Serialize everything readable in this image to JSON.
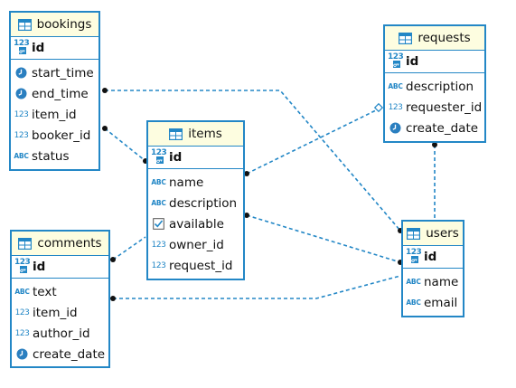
{
  "entities": {
    "bookings": {
      "name": "bookings",
      "pk": {
        "icon": "key-number-icon",
        "label": "id"
      },
      "columns": [
        {
          "icon": "clock-icon",
          "label": "start_time"
        },
        {
          "icon": "clock-icon",
          "label": "end_time"
        },
        {
          "icon": "number-icon",
          "label": "item_id"
        },
        {
          "icon": "number-icon",
          "label": "booker_id"
        },
        {
          "icon": "text-icon",
          "label": "status"
        }
      ]
    },
    "items": {
      "name": "items",
      "pk": {
        "icon": "key-number-icon",
        "label": "id"
      },
      "columns": [
        {
          "icon": "text-icon",
          "label": "name"
        },
        {
          "icon": "text-icon",
          "label": "description"
        },
        {
          "icon": "checkbox-icon",
          "label": "available"
        },
        {
          "icon": "number-icon",
          "label": "owner_id"
        },
        {
          "icon": "number-icon",
          "label": "request_id"
        }
      ]
    },
    "requests": {
      "name": "requests",
      "pk": {
        "icon": "key-number-icon",
        "label": "id"
      },
      "columns": [
        {
          "icon": "text-icon",
          "label": "description"
        },
        {
          "icon": "number-icon",
          "label": "requester_id"
        },
        {
          "icon": "clock-icon",
          "label": "create_date"
        }
      ]
    },
    "comments": {
      "name": "comments",
      "pk": {
        "icon": "key-number-icon",
        "label": "id"
      },
      "columns": [
        {
          "icon": "text-icon",
          "label": "text"
        },
        {
          "icon": "number-icon",
          "label": "item_id"
        },
        {
          "icon": "number-icon",
          "label": "author_id"
        },
        {
          "icon": "clock-icon",
          "label": "create_date"
        }
      ]
    },
    "users": {
      "name": "users",
      "pk": {
        "icon": "key-number-icon",
        "label": "id"
      },
      "columns": [
        {
          "icon": "text-icon",
          "label": "name"
        },
        {
          "icon": "text-icon",
          "label": "email"
        }
      ]
    }
  },
  "icon_text": {
    "number": "123",
    "text": "ABC"
  },
  "colors": {
    "border": "#2387c6",
    "header_bg": "#fdfde0",
    "line": "#2387c6"
  }
}
